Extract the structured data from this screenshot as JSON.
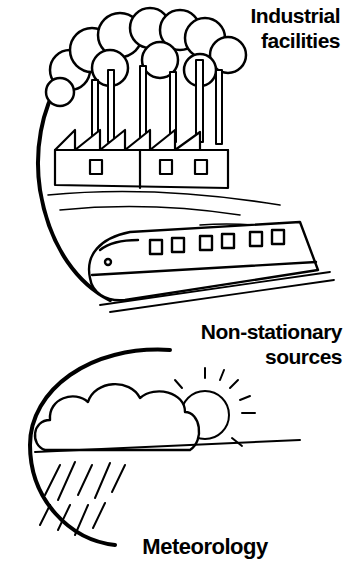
{
  "diagram": {
    "labels": [
      "Industrial facilities",
      "Non-stationary sources",
      "Meteorology"
    ]
  }
}
